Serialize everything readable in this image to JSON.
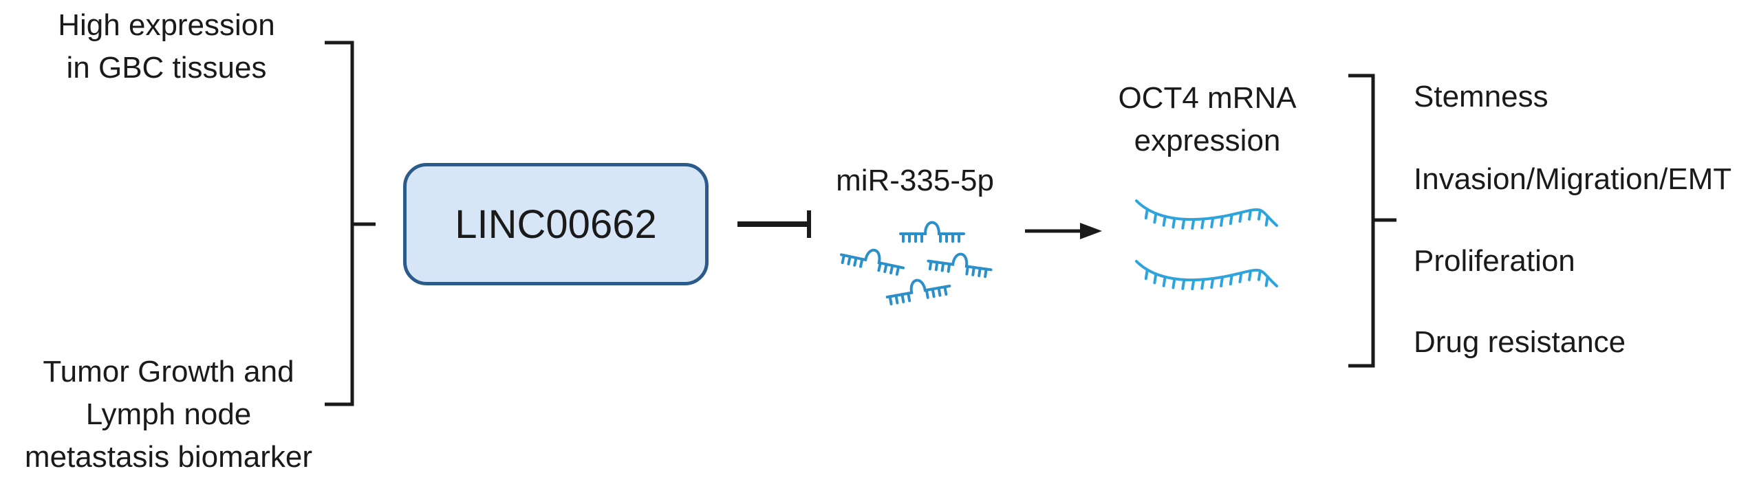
{
  "inputs": {
    "top": [
      "High expression",
      "in GBC tissues"
    ],
    "bottom": [
      "Tumor Growth and",
      "Lymph node",
      "metastasis biomarker"
    ]
  },
  "center": {
    "label": "LINC00662"
  },
  "mirna": {
    "label": "miR-335-5p"
  },
  "target": {
    "label": [
      "OCT4 mRNA",
      "expression"
    ]
  },
  "outcomes": [
    "Stemness",
    "Invasion/Migration/EMT",
    "Proliferation",
    "Drug resistance"
  ],
  "colors": {
    "box_fill": "#d6e6f6",
    "box_border": "#2b5b8a",
    "rna": "#2fa4dc",
    "line": "#1a1a1a"
  }
}
